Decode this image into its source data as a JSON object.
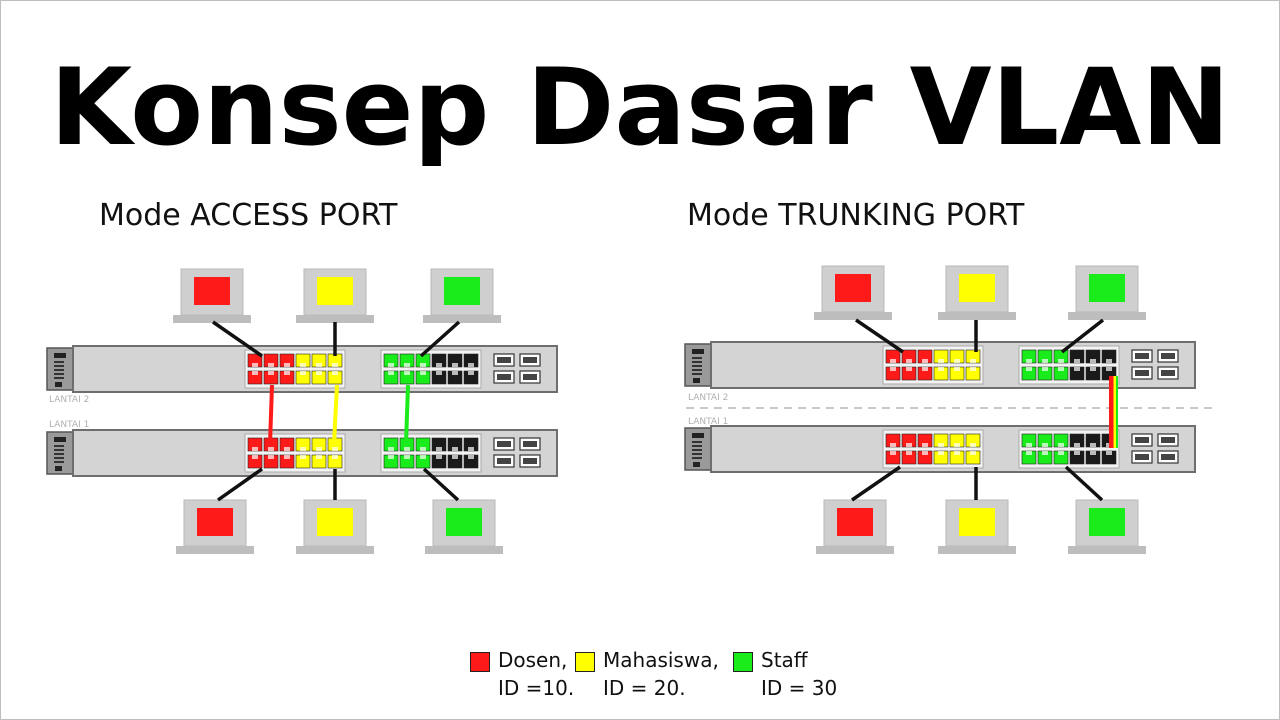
{
  "title": "Konsep Dasar VLAN",
  "panels": {
    "access": {
      "label": "Mode ACCESS PORT",
      "floor_upper": "LANTAI 2",
      "floor_lower": "LANTAI 1"
    },
    "trunk": {
      "label": "Mode TRUNKING PORT",
      "floor_upper": "LANTAI 2",
      "floor_lower": "LANTAI 1"
    }
  },
  "vlans": [
    {
      "name": "Dosen",
      "name_text": "Dosen,",
      "id_text": "ID =10.",
      "color": "#ff1a1a"
    },
    {
      "name": "Mahasiswa",
      "name_text": "Mahasiswa,",
      "id_text": "ID = 20.",
      "color": "#ffff00"
    },
    {
      "name": "Staff",
      "name_text": "Staff",
      "id_text": "ID = 30",
      "color": "#1aeb1a"
    }
  ],
  "colors": {
    "red": "#ff1a1a",
    "yellow": "#ffff00",
    "green": "#1aeb1a",
    "switch_body": "#d4d4d4",
    "laptop": "#cfcfcf",
    "port_black": "#1a1a1a"
  }
}
